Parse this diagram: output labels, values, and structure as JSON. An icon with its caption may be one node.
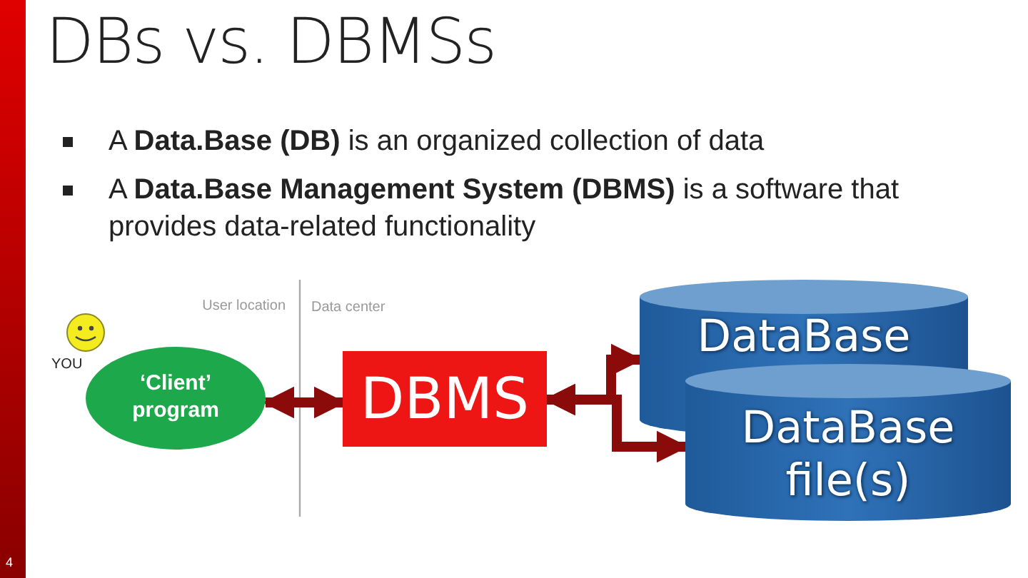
{
  "diagram": {
    "title": "DBs vs. DBMSs",
    "nodes": [
      {
        "text": [
          "‘Client’ program"
        ]
      },
      {
        "text": [
          "DBMS"
        ]
      },
      {
        "text": [
          "DataBase"
        ]
      },
      {
        "text": [
          "DataBase file(s)"
        ]
      }
    ],
    "edges": [
      {
        "from": 0,
        "to": 1,
        "arrow": "both"
      },
      {
        "from": 1,
        "to": 2,
        "arrow": "both"
      },
      {
        "from": 1,
        "to": 3,
        "arrow": "both"
      }
    ],
    "labels": [
      "A **Data.Base (DB)** is an organized collection of data",
      "A **Data.Base Management System (DBMS)** is a software that provides data-related functionality",
      "User location",
      "Data center",
      "YOU",
      "4"
    ]
  }
}
